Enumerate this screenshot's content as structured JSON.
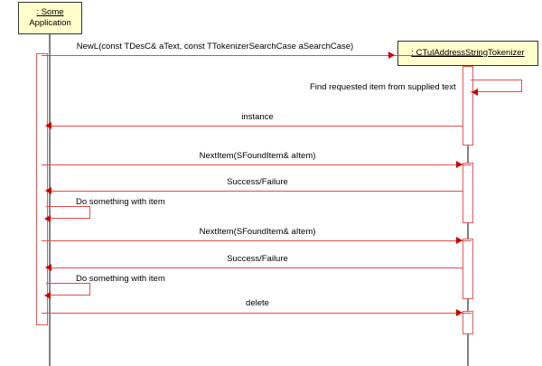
{
  "diagram": {
    "type": "uml-sequence-diagram",
    "colors": {
      "object_fill": "#ffffcc",
      "object_border": "#333333",
      "message": "#e34a4a",
      "arrowhead": "#cc0000",
      "lifeline": "#808080",
      "text": "#000000",
      "background": "#ffffff"
    },
    "objects": [
      {
        "id": "app",
        "line1": ": Some",
        "line2": "Application"
      },
      {
        "id": "tokenizer",
        "line1": ": CTulAddressStringTokenizer",
        "line2": ""
      }
    ],
    "messages": [
      {
        "id": "m1",
        "label": "NewL(const TDesC& aText, const TTokenizerSearchCase aSearchCase)",
        "from": "app",
        "to": "tokenizer",
        "kind": "call",
        "direction": "right"
      },
      {
        "id": "m2",
        "label": "Find requested item from supplied text",
        "from": "tokenizer",
        "to": "tokenizer",
        "kind": "self",
        "direction": "self"
      },
      {
        "id": "m3",
        "label": "instance",
        "from": "tokenizer",
        "to": "app",
        "kind": "return",
        "direction": "left"
      },
      {
        "id": "m4",
        "label": "NextItem(SFoundItem& aItem)",
        "from": "app",
        "to": "tokenizer",
        "kind": "call",
        "direction": "right"
      },
      {
        "id": "m5",
        "label": "Success/Failure",
        "from": "tokenizer",
        "to": "app",
        "kind": "return",
        "direction": "left"
      },
      {
        "id": "m6",
        "label": "Do something with item",
        "from": "app",
        "to": "app",
        "kind": "self",
        "direction": "self"
      },
      {
        "id": "m7",
        "label": "NextItem(SFoundItem& aItem)",
        "from": "app",
        "to": "tokenizer",
        "kind": "call",
        "direction": "right"
      },
      {
        "id": "m8",
        "label": "Success/Failure",
        "from": "tokenizer",
        "to": "app",
        "kind": "return",
        "direction": "left"
      },
      {
        "id": "m9",
        "label": "Do something with item",
        "from": "app",
        "to": "app",
        "kind": "self",
        "direction": "self"
      },
      {
        "id": "m10",
        "label": "delete",
        "from": "app",
        "to": "tokenizer",
        "kind": "call",
        "direction": "right"
      }
    ]
  }
}
